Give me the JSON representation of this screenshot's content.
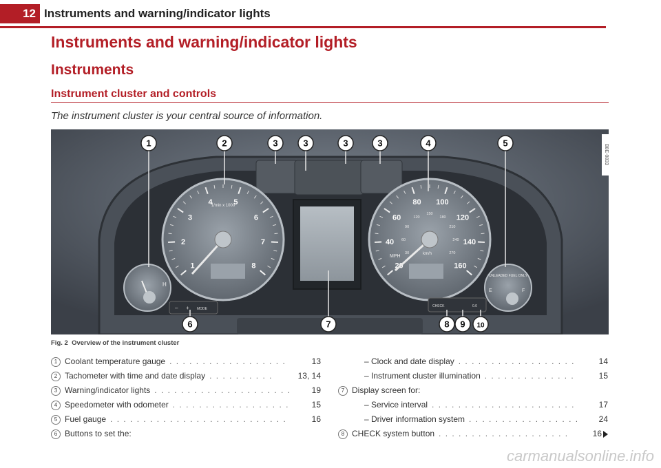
{
  "header": {
    "page_number": "12",
    "section_title": "Instruments and warning/indicator lights"
  },
  "title": "Instruments and warning/indicator lights",
  "subtitle": "Instruments",
  "subsection": "Instrument cluster and controls",
  "intro": "The instrument cluster is your central source of information.",
  "figure": {
    "id": "B8E-0833",
    "caption_label": "Fig. 2",
    "caption_text": "Overview of the instrument cluster",
    "callouts": [
      "1",
      "2",
      "3",
      "3",
      "3",
      "3",
      "4",
      "5",
      "6",
      "7",
      "8",
      "9",
      "10"
    ],
    "tach_labels": [
      "1",
      "2",
      "3",
      "4",
      "5",
      "6",
      "7",
      "8"
    ],
    "tach_unit": "1/min x 1000",
    "speedo_mph": [
      "20",
      "40",
      "60",
      "80",
      "100",
      "120",
      "140",
      "160"
    ],
    "speedo_kmh": [
      "30",
      "60",
      "90",
      "120",
      "150",
      "180",
      "210",
      "240",
      "270"
    ],
    "speedo_units": [
      "MPH",
      "km/h"
    ],
    "fuel_label": "UNLEADED FUEL ONLY",
    "fuel_marks": [
      "E",
      "F"
    ],
    "temp_mark": "H",
    "button_labels": [
      "–",
      "+",
      "MODE"
    ],
    "check_label": "CHECK",
    "reset_label": "0.0"
  },
  "legend_left": [
    {
      "n": "1",
      "text": "Coolant temperature gauge",
      "page": "13"
    },
    {
      "n": "2",
      "text": "Tachometer with time and date display",
      "page": "13, 14"
    },
    {
      "n": "3",
      "text": "Warning/indicator lights",
      "page": "19"
    },
    {
      "n": "4",
      "text": "Speedometer with odometer",
      "page": "15"
    },
    {
      "n": "5",
      "text": "Fuel gauge",
      "page": "16"
    },
    {
      "n": "6",
      "text": "Buttons to set the:",
      "page": ""
    }
  ],
  "legend_right": [
    {
      "n": "",
      "text": "– Clock and date display",
      "page": "14"
    },
    {
      "n": "",
      "text": "– Instrument cluster illumination",
      "page": "15"
    },
    {
      "n": "7",
      "text": "Display screen for:",
      "page": ""
    },
    {
      "n": "",
      "text": "– Service interval",
      "page": "17"
    },
    {
      "n": "",
      "text": "– Driver information system",
      "page": "24"
    },
    {
      "n": "8",
      "text": "CHECK system button",
      "page": "16"
    }
  ],
  "watermark": "carmanualsonline.info"
}
